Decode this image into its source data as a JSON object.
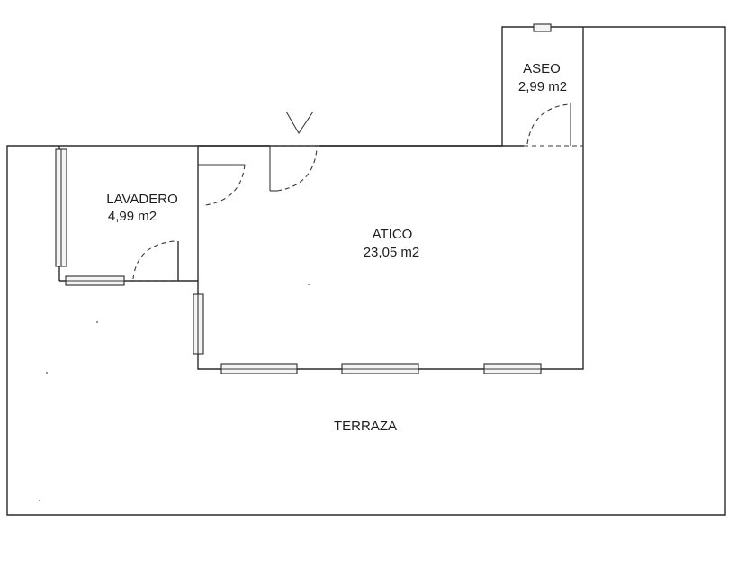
{
  "rooms": {
    "aseo": {
      "name": "ASEO",
      "area": "2,99 m2"
    },
    "lavadero": {
      "name": "LAVADERO",
      "area": "4,99 m2"
    },
    "atico": {
      "name": "ATICO",
      "area": "23,05 m2"
    },
    "terraza": {
      "name": "TERRAZA"
    }
  }
}
